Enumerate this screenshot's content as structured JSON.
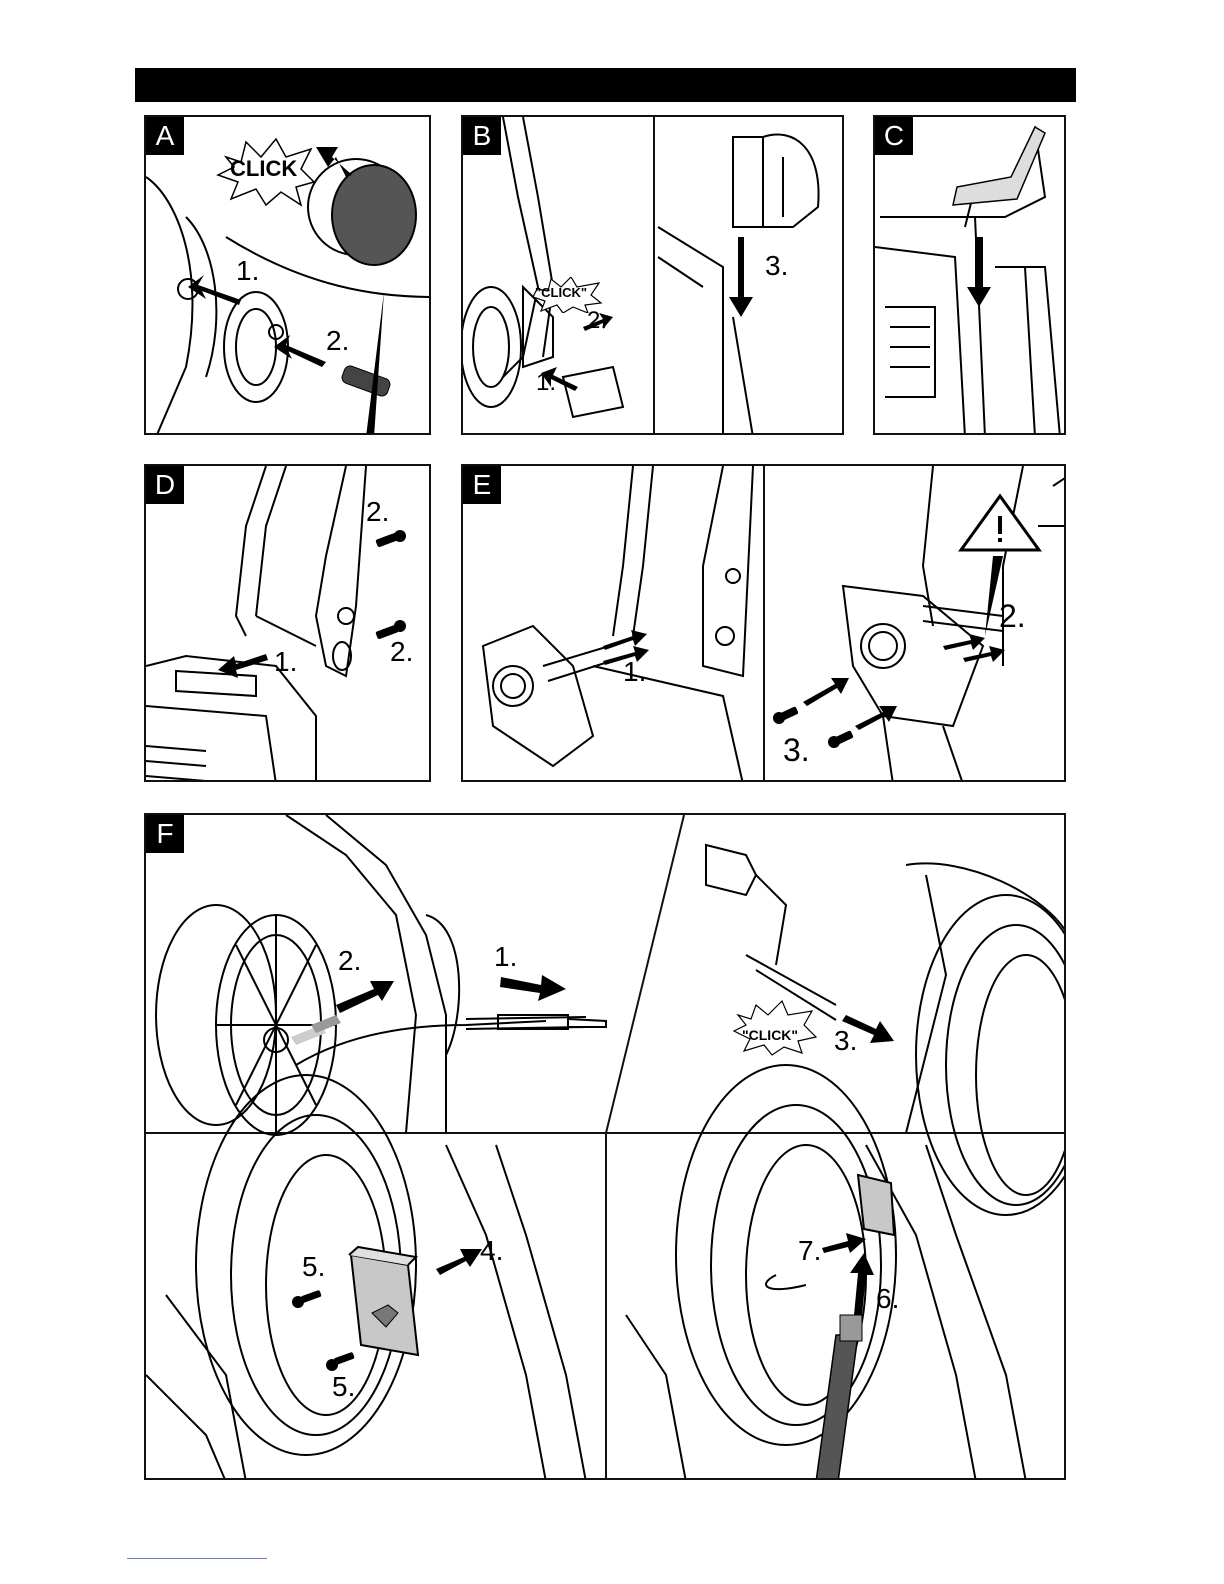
{
  "panels": {
    "a": {
      "letter": "A",
      "click": "CLICK",
      "steps": [
        "1.",
        "2."
      ]
    },
    "b": {
      "letter": "B",
      "click": "\"CLICK\"",
      "steps": [
        "1.",
        "2.",
        "3."
      ]
    },
    "c": {
      "letter": "C"
    },
    "d": {
      "letter": "D",
      "steps": [
        "1.",
        "2.",
        "2."
      ]
    },
    "e": {
      "letter": "E",
      "steps": [
        "1.",
        "2.",
        "3."
      ]
    },
    "f": {
      "letter": "F",
      "click": "\"CLICK\"",
      "steps": [
        "1.",
        "2.",
        "3.",
        "4.",
        "5.",
        "5.",
        "6.",
        "7."
      ]
    }
  },
  "colors": {
    "ink": "#000000",
    "part_fill": "#c8c8c8",
    "page": "#ffffff"
  }
}
